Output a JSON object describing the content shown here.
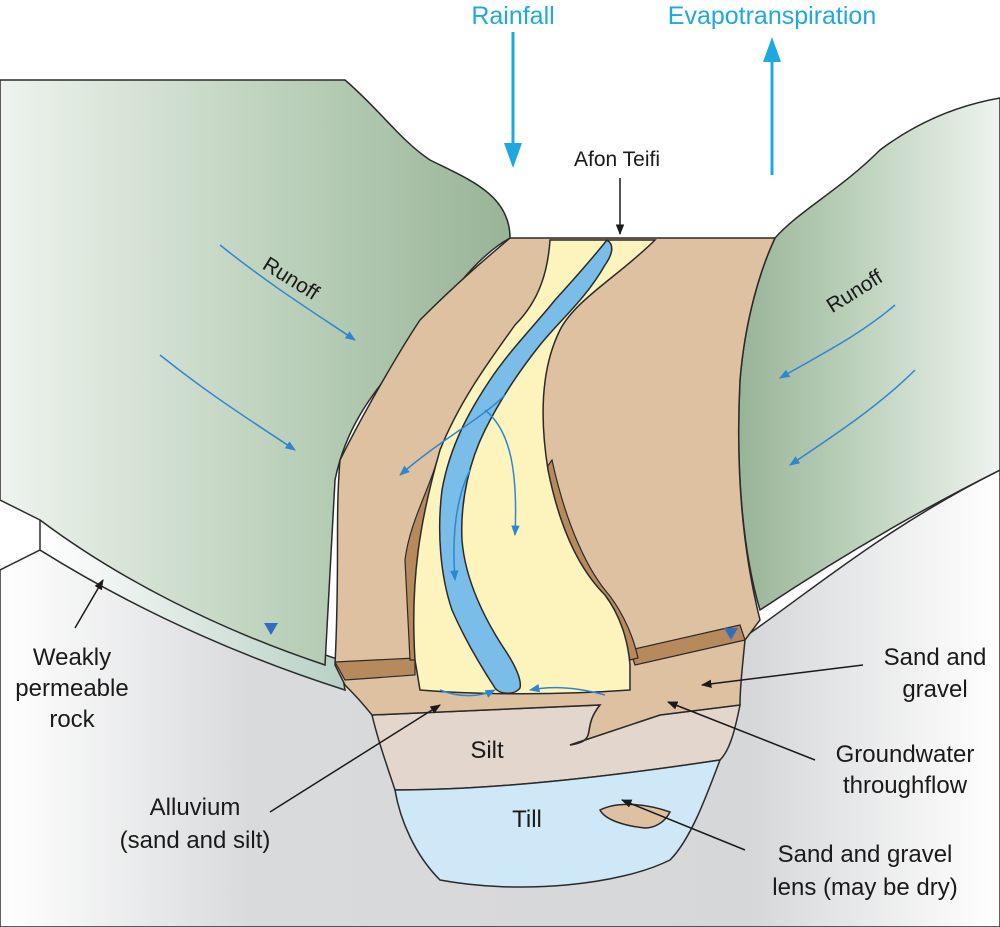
{
  "labels": {
    "rainfall": "Rainfall",
    "evapotranspiration": "Evapotranspiration",
    "afon_teifi": "Afon Teifi",
    "runoff_left": "Runoff",
    "runoff_right": "Runoff",
    "weakly_permeable_rock": [
      "Weakly",
      "permeable",
      "rock"
    ],
    "sand_and_gravel": [
      "Sand and",
      "gravel"
    ],
    "groundwater_throughflow": [
      "Groundwater",
      "throughflow"
    ],
    "silt": "Silt",
    "till": "Till",
    "alluvium": [
      "Alluvium",
      "(sand and silt)"
    ],
    "sand_and_gravel_lens": [
      "Sand and gravel",
      "lens (may be dry)"
    ]
  },
  "colors": {
    "label_blue": "#1fa8e0",
    "water_blue": "#79bde8",
    "hillside_green": "#a8c3a6",
    "sand_and_gravel": "#ddc1a0",
    "alluvium": "#fdf4bd",
    "silt": "#e2d6cd",
    "till": "#cfe8f7",
    "weakly_permeable_rock": "#d8d9db"
  }
}
